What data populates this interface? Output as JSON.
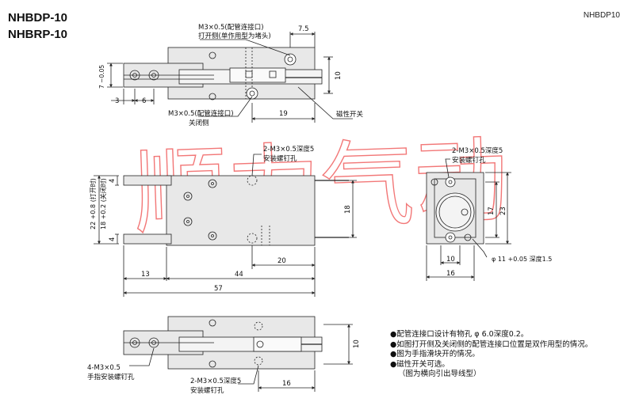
{
  "titles": [
    "NHBDP-10",
    "NHBRP-10"
  ],
  "corner_label": "NHBDP10",
  "watermark": "顺力气动",
  "top_view": {
    "port_open_1": "M3×0.5(配管连接口)",
    "port_open_2": "打开侧(单作用型为堵头)",
    "port_close_1": "M3×0.5(配管连接口)",
    "port_close_2": "关闭侧",
    "switch_label": "磁性开关",
    "dim_7_5": "7.5",
    "dim_10": "10",
    "dim_19": "19",
    "dim_3": "3",
    "dim_6": "6",
    "dim_7_tol": "7 −0.05"
  },
  "middle_view": {
    "mount_hole_1": "2-M3×0.5深度5",
    "mount_hole_2": "安装螺钉孔",
    "dim_4a": "4",
    "dim_4b": "4",
    "dim_22": "22 +0.8 (打开时)",
    "dim_18": "18 +0.2 (关闭时)",
    "dim_18v": "18",
    "dim_20": "20",
    "dim_13": "13",
    "dim_44": "44",
    "dim_57": "57"
  },
  "side_view": {
    "mount_hole_1": "2-M3×0.5深度5",
    "mount_hole_2": "安装螺钉孔",
    "dim_17": "17",
    "dim_23": "23",
    "dim_10": "10",
    "dim_16": "16",
    "bore_label": "φ 11 +0.05 深度1.5"
  },
  "bottom_view": {
    "finger_hole_1": "4-M3×0.5",
    "finger_hole_2": "手指安装螺钉孔",
    "mount_hole_1": "2-M3×0.5深度5",
    "mount_hole_2": "安装螺钉孔",
    "dim_10": "10",
    "dim_16": "16"
  },
  "notes": [
    "●配管连接口设计有物孔 φ 6.0深度0.2。",
    "●如图打开侧及关闭侧的配管连接口位置是双作用型的情况。",
    "●图为手指滑块开的情况。",
    "●磁性开关可选。",
    "（图为横向引出导线型）"
  ]
}
